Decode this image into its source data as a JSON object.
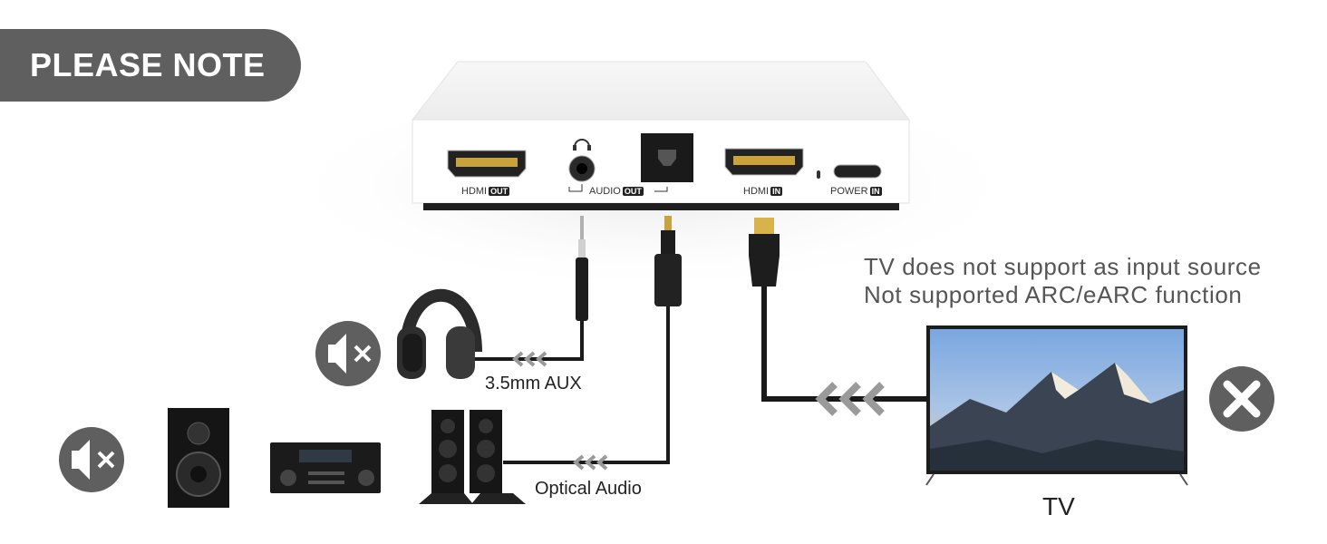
{
  "badge": {
    "text": "PLEASE NOTE"
  },
  "device": {
    "ports": {
      "hdmi_out": {
        "text": "HDMI",
        "tag": "OUT"
      },
      "audio_out": {
        "text": "AUDIO",
        "tag": "OUT"
      },
      "hdmi_in": {
        "text": "HDMI",
        "tag": "IN"
      },
      "power_in": {
        "text": "POWER",
        "tag": "IN"
      }
    }
  },
  "labels": {
    "aux": "3.5mm AUX",
    "optical": "Optical Audio",
    "tv": "TV",
    "warning_line1": "TV does not support as input source",
    "warning_line2": "Not supported ARC/eARC function"
  },
  "icons": [
    "mute-icon",
    "mute-icon",
    "x-circle-icon",
    "headphones-icon",
    "speaker-icon",
    "av-receiver-icon",
    "tower-speakers-icon",
    "tv-icon"
  ],
  "colors": {
    "badge": "#5f5f5f",
    "icon_circle": "#5f5f5f",
    "cable": "#1a1a1a",
    "chevron": "#9a9a9a"
  }
}
